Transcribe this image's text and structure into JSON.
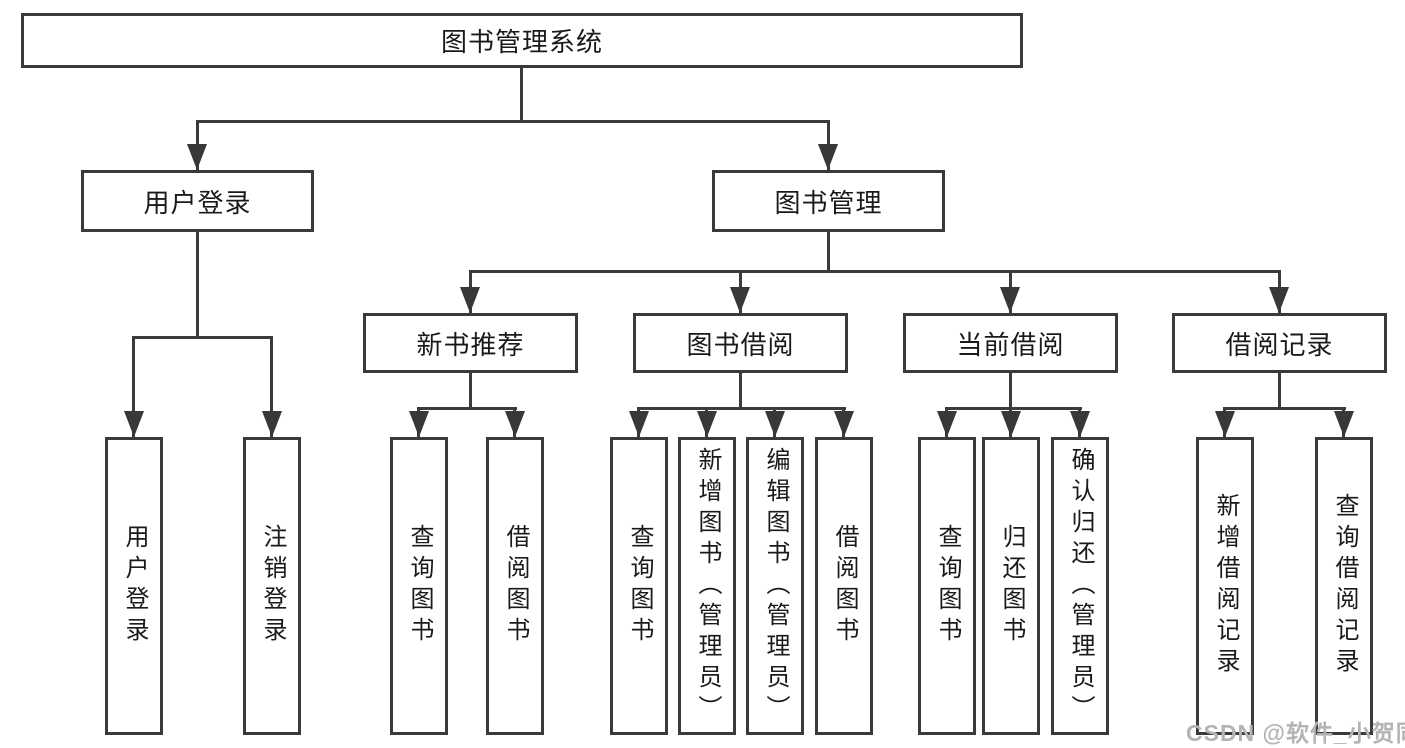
{
  "tree": {
    "root": {
      "label": "图书管理系统"
    },
    "branches": [
      {
        "label": "用户登录",
        "leaves": [
          {
            "label": "用户登录"
          },
          {
            "label": "注销登录"
          }
        ]
      },
      {
        "label": "图书管理",
        "groups": [
          {
            "label": "新书推荐",
            "leaves": [
              {
                "label": "查询图书"
              },
              {
                "label": "借阅图书"
              }
            ]
          },
          {
            "label": "图书借阅",
            "leaves": [
              {
                "label": "查询图书"
              },
              {
                "label": "新增图书（管理员）"
              },
              {
                "label": "编辑图书（管理员）"
              },
              {
                "label": "借阅图书"
              }
            ]
          },
          {
            "label": "当前借阅",
            "leaves": [
              {
                "label": "查询图书"
              },
              {
                "label": "归还图书"
              },
              {
                "label": "确认归还（管理员）"
              }
            ]
          },
          {
            "label": "借阅记录",
            "leaves": [
              {
                "label": "新增借阅记录"
              },
              {
                "label": "查询借阅记录"
              }
            ]
          }
        ]
      }
    ]
  },
  "watermark": {
    "text": "CSDN @软件_小贺同学"
  },
  "colors": {
    "background": "#ffffff",
    "line": "#3b3b3b",
    "box_border": "#3a3a3a",
    "text": "#1a1a1a",
    "watermark": "#b4b4b4"
  }
}
